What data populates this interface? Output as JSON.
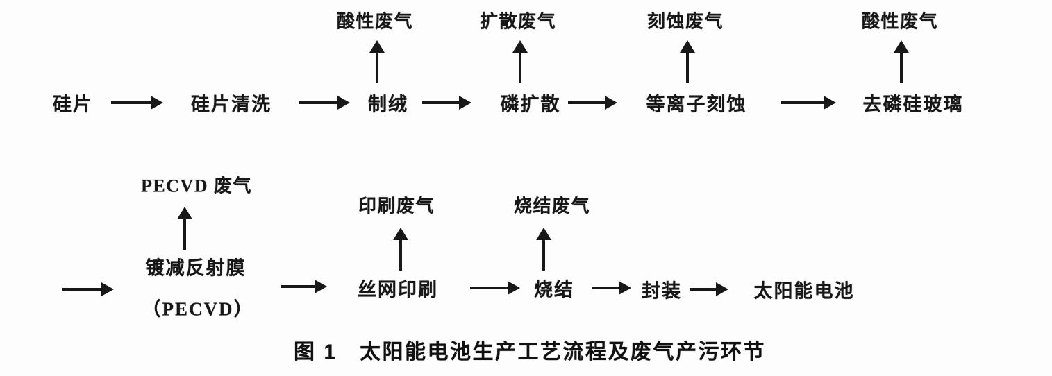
{
  "figure": {
    "caption": "图 1　太阳能电池生产工艺流程及废气产污环节"
  },
  "process_flow": {
    "row1": [
      {
        "step": "硅片"
      },
      {
        "step": "硅片清洗"
      },
      {
        "step": "制绒",
        "waste_gas": "酸性废气"
      },
      {
        "step": "磷扩散",
        "waste_gas": "扩散废气"
      },
      {
        "step": "等离子刻蚀",
        "waste_gas": "刻蚀废气"
      },
      {
        "step": "去磷硅玻璃",
        "waste_gas": "酸性废气"
      }
    ],
    "row2": [
      {
        "step": "镀减反射膜",
        "step_note": "（PECVD）",
        "waste_gas": "PECVD 废气"
      },
      {
        "step": "丝网印刷",
        "waste_gas": "印刷废气"
      },
      {
        "step": "烧结",
        "waste_gas": "烧结废气"
      },
      {
        "step": "封装"
      },
      {
        "step": "太阳能电池"
      }
    ]
  },
  "colors": {
    "ink": "#181818",
    "background": "#fdfdfd"
  }
}
